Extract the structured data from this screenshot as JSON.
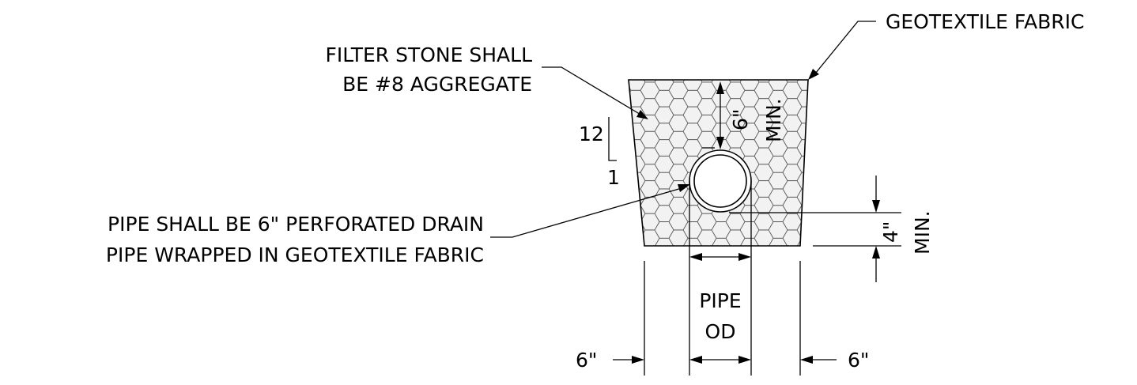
{
  "labels": {
    "geotextile": "GEOTEXTILE FABRIC",
    "filter_line1": "FILTER STONE SHALL",
    "filter_line2": "BE #8 AGGREGATE",
    "slope_rise": "12",
    "slope_run": "1",
    "pipe_line1": "PIPE SHALL BE 6\" PERFORATED DRAIN",
    "pipe_line2": "PIPE WRAPPED IN GEOTEXTILE FABRIC",
    "top_dim": "6\"",
    "top_dim_min": "MIN.",
    "bottom_dim": "4\"",
    "bottom_dim_min": "MIN.",
    "pipe_od_1": "PIPE",
    "pipe_od_2": "OD",
    "left_dim": "6\"",
    "right_dim": "6\""
  }
}
